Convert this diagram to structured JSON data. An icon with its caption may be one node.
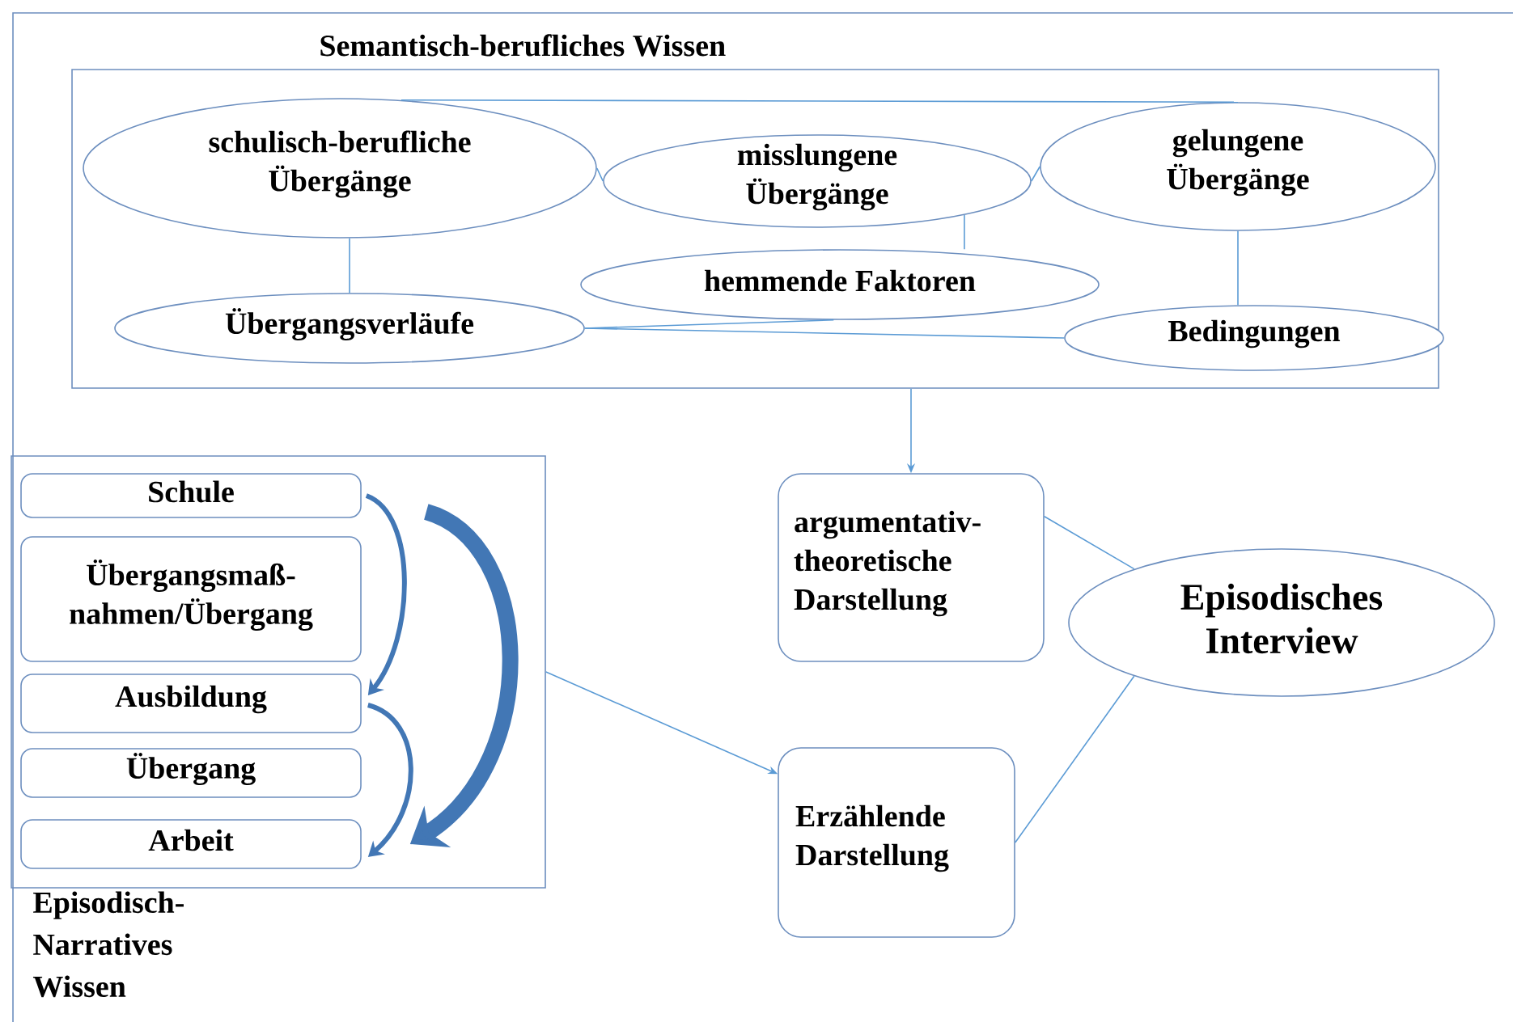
{
  "diagram": {
    "nodes": [
      {
        "text": [
          "Semantisch-berufliches Wissen"
        ]
      },
      {
        "text": [
          "schulisch-berufliche Übergänge"
        ],
        "in": 0
      },
      {
        "text": [
          "misslungene Übergänge"
        ],
        "in": 0
      },
      {
        "text": [
          "gelungene Übergänge"
        ],
        "in": 0
      },
      {
        "text": [
          "hemmende Faktoren"
        ],
        "in": 0
      },
      {
        "text": [
          "Übergangsverläufe"
        ],
        "in": 0
      },
      {
        "text": [
          "Bedingungen"
        ],
        "in": 0
      },
      {
        "text": [
          "Episodisch-Narratives Wissen"
        ]
      },
      {
        "text": [
          "Schule"
        ],
        "in": 7
      },
      {
        "text": [
          "Übergangsmaß-nahmen/Übergang"
        ],
        "in": 7
      },
      {
        "text": [
          "Ausbildung"
        ],
        "in": 7
      },
      {
        "text": [
          "Übergang"
        ],
        "in": 7
      },
      {
        "text": [
          "Arbeit"
        ],
        "in": 7
      },
      {
        "text": [
          "argumentativ-theoretische Darstellung"
        ]
      },
      {
        "text": [
          "Episodisches Interview"
        ]
      },
      {
        "text": [
          "Erzählende Darstellung"
        ]
      }
    ],
    "edges": [
      {
        "from": 1,
        "to": 2,
        "arrow": "none"
      },
      {
        "from": 1,
        "to": 3,
        "arrow": "none"
      },
      {
        "from": 2,
        "to": 3,
        "arrow": "none"
      },
      {
        "from": 1,
        "to": 5,
        "arrow": "none"
      },
      {
        "from": 2,
        "to": 4,
        "arrow": "none"
      },
      {
        "from": 3,
        "to": 6,
        "arrow": "none"
      },
      {
        "from": 5,
        "to": 4,
        "arrow": "none"
      },
      {
        "from": 5,
        "to": 6,
        "arrow": "none"
      },
      {
        "from": 0,
        "to": 13,
        "arrow": "to"
      },
      {
        "from": 7,
        "to": 15,
        "arrow": "to"
      },
      {
        "from": 13,
        "to": 14,
        "arrow": "none"
      },
      {
        "from": 15,
        "to": 14,
        "arrow": "none"
      },
      {
        "from": 8,
        "to": 10,
        "arrow": "to",
        "style": "thick",
        "color": "#4277b5"
      },
      {
        "from": 10,
        "to": 12,
        "arrow": "to",
        "style": "thick",
        "color": "#4277b5"
      },
      {
        "from": 8,
        "to": 12,
        "arrow": "to",
        "style": "thick",
        "color": "#4277b5"
      }
    ]
  }
}
